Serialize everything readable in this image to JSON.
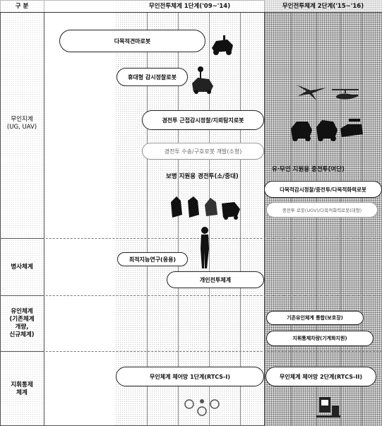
{
  "header": {
    "category": "구 분",
    "phase1": "무인전투체계 1단계('09~'14)",
    "phase2": "무인전투체계 2단계('15~'16)"
  },
  "rows": {
    "ugv": "무인지계\n(UG, UAV)",
    "weapon": "병사체계",
    "manned": "유인체계\n(기존체계\n개량,\n신규체계)",
    "c2": "지휘통제\n체계"
  },
  "items": {
    "multi_towing": "다목적견마로봇",
    "portable_surveillance": "휴대형 감시정찰로봇",
    "light_recon": "경전투 근접감시정찰/지뢰탐지로봇",
    "light_support_faint": "경전투 수송/구호로봇 개발(소형)",
    "infantry_support": "보병 지원용 경전투(소/중대)",
    "drone_support": "유·무인 지원용 중전투(여단)",
    "multi_heavy": "다목적감시정찰/중전투/다목적화력로봇",
    "heavy_faint": "중전투 로봇(UGV)/다목적화력로봇(대형)",
    "intelligence_study": "최적지능연구(응용)",
    "individual_combat": "개인전투체계",
    "manned_integrated": "기존유인체계 통합(보호장)",
    "command_vehicle": "지휘통제차량(기계화지원)",
    "c2_phase1": "무인체계 체어망 1단계(RTCS-I)",
    "c2_phase2": "무인체계 체어망 2단계(RTCS-II)"
  },
  "icons": [
    "armored-robot-icon",
    "surveillance-robot-icon",
    "uav-icon",
    "helicopter-icon",
    "tank-icon",
    "ugv-group-icon",
    "soldier-silhouette-icon",
    "antenna-robot-icon",
    "control-station-icon"
  ],
  "colors": {
    "phase2_shade": "#d7d7d7",
    "border": "#222222"
  }
}
